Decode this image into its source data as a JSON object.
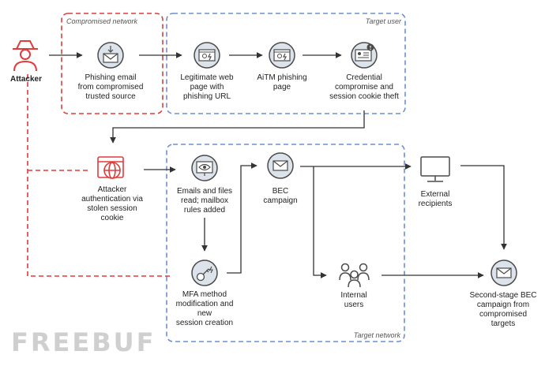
{
  "groups": {
    "compromised_network": "Compromised network",
    "target_user": "Target user",
    "target_network": "Target network"
  },
  "nodes": {
    "attacker": "Attacker",
    "phishing_email": "Phishing email\nfrom compromised\ntrusted source",
    "legitimate_page": "Legitimate web\npage with\nphishing URL",
    "aitm_page": "AiTM phishing\npage",
    "credential_theft": "Credential\ncompromise and\nsession cookie theft",
    "attacker_auth": "Attacker\nauthentication via\nstolen session\ncookie",
    "emails_read": "Emails and files\nread; mailbox\nrules added",
    "mfa_modification": "MFA method\nmodification and\nnew\nsession creation",
    "bec_campaign": "BEC\ncampaign",
    "external_recipients": "External\nrecipients",
    "internal_users": "Internal\nusers",
    "second_stage": "Second-stage BEC\ncampaign from\ncompromised\ntargets"
  },
  "watermark": "FREEBUF",
  "colors": {
    "attacker_red": "#e03c3c",
    "target_blue": "#6b8fd6",
    "icon_fill": "#dde3ea",
    "icon_stroke": "#4a4a4a",
    "arrow": "#333333"
  }
}
